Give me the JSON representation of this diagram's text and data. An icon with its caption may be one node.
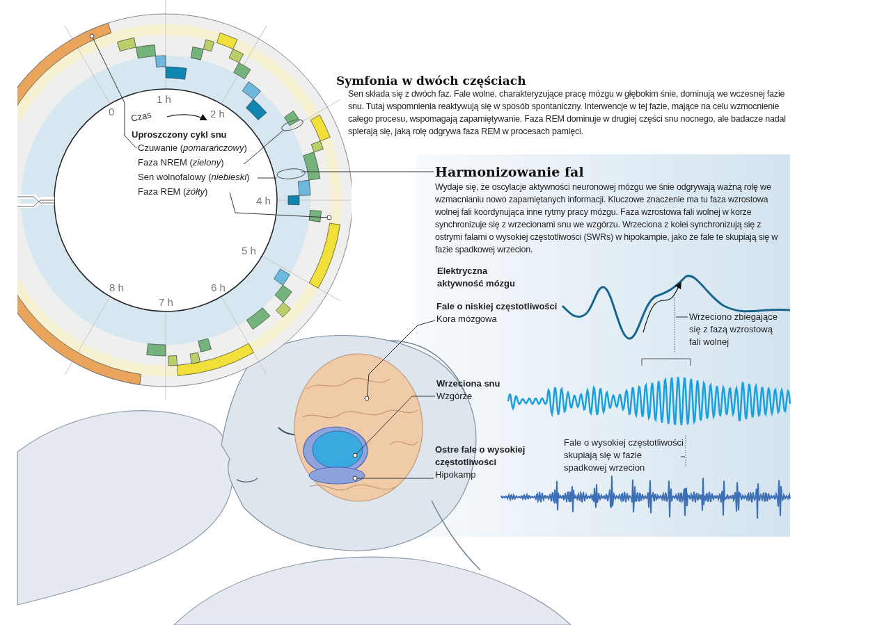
{
  "diagram": {
    "nodes": [
      {
        "text": [
          "Harmonizowanie fal",
          "Wydaje się, że oscylacje aktywności neuronowej mózgu we śnie odgrywają ważną rolę we wzmacnianiu nowo zapamiętanych informacji. Kluczowe znaczenie ma tu faza wzrostowa wolnej fali koordynująca inne rytmy pracy mózgu. Faza wzrostowa fali wolnej w korze synchronizuje się z wrzecionami snu we wzgórzu. Wrzeciona z kolei synchronizują się z ostrymi falami o wysokiej częstotliwości (SWRs) w hipokampie, jako że fale te skupiają się w fazie spadkowej wrzecion."
        ]
      },
      {
        "text": [
          "Czuwanie (*pomarańczowy*)"
        ]
      },
      {
        "text": [
          "Faza NREM (*zielony*)"
        ]
      },
      {
        "text": [
          "Sen wolnofalowy (*niebieski*)"
        ]
      },
      {
        "text": [
          "Faza REM (*żółty*)"
        ]
      },
      {
        "text": [
          "Fale o niskiej częstotliwości",
          "Kora mózgowa"
        ]
      },
      {
        "text": [
          "Wrzeciona snu",
          "Wzgórze"
        ]
      },
      {
        "text": [
          "Ostre fale o wysokiej częstotliwości",
          "Hipokamp"
        ]
      },
      {
        "text": [
          "Wrzeciono zbiegające się z fazą wzrostową fali wolnej"
        ]
      },
      {
        "text": [
          "Fale o wysokiej częstotliwości skupiają się w fazie spadkowej wrzecion"
        ]
      }
    ],
    "edges": [
      {
        "from": 1,
        "to": null,
        "arrow": "other"
      },
      {
        "from": 2,
        "to": null,
        "arrow": "none"
      },
      {
        "from": 3,
        "to": null,
        "arrow": "none"
      },
      {
        "from": 4,
        "to": null,
        "arrow": "other"
      },
      {
        "from": null,
        "to": 0,
        "arrow": "none"
      },
      {
        "from": 5,
        "to": null,
        "arrow": "other"
      },
      {
        "from": 6,
        "to": null,
        "arrow": "other"
      },
      {
        "from": 7,
        "to": null,
        "arrow": "other"
      },
      {
        "from": 8,
        "to": null,
        "arrow": "none"
      },
      {
        "from": 9,
        "to": null,
        "arrow": "none"
      }
    ],
    "labels": [
      "0",
      "1 h",
      "2 h",
      "4 h",
      "5 h",
      "6 h",
      "7 h",
      "8 h",
      "Czas",
      "Uproszczony cykl snu",
      "Symfonia w dwóch częściach",
      "Sen składa się z dwóch faz. Fale wolne, charakteryzujące pracę mózgu w głębokim śnie, dominują we wczesnej fazie snu. Tutaj wspomnienia reaktywują się w sposób spontaniczny. Interwencje w tej fazie, mające na celu wzmocnienie całego procesu, wspomagają zapamiętywanie. Faza REM dominuje w drugiej części snu nocnego, ale badacze nadal spierają się, jaką rolę odgrywa faza REM w procesach pamięci.",
      "Elektryczna aktywność mózgu"
    ]
  }
}
